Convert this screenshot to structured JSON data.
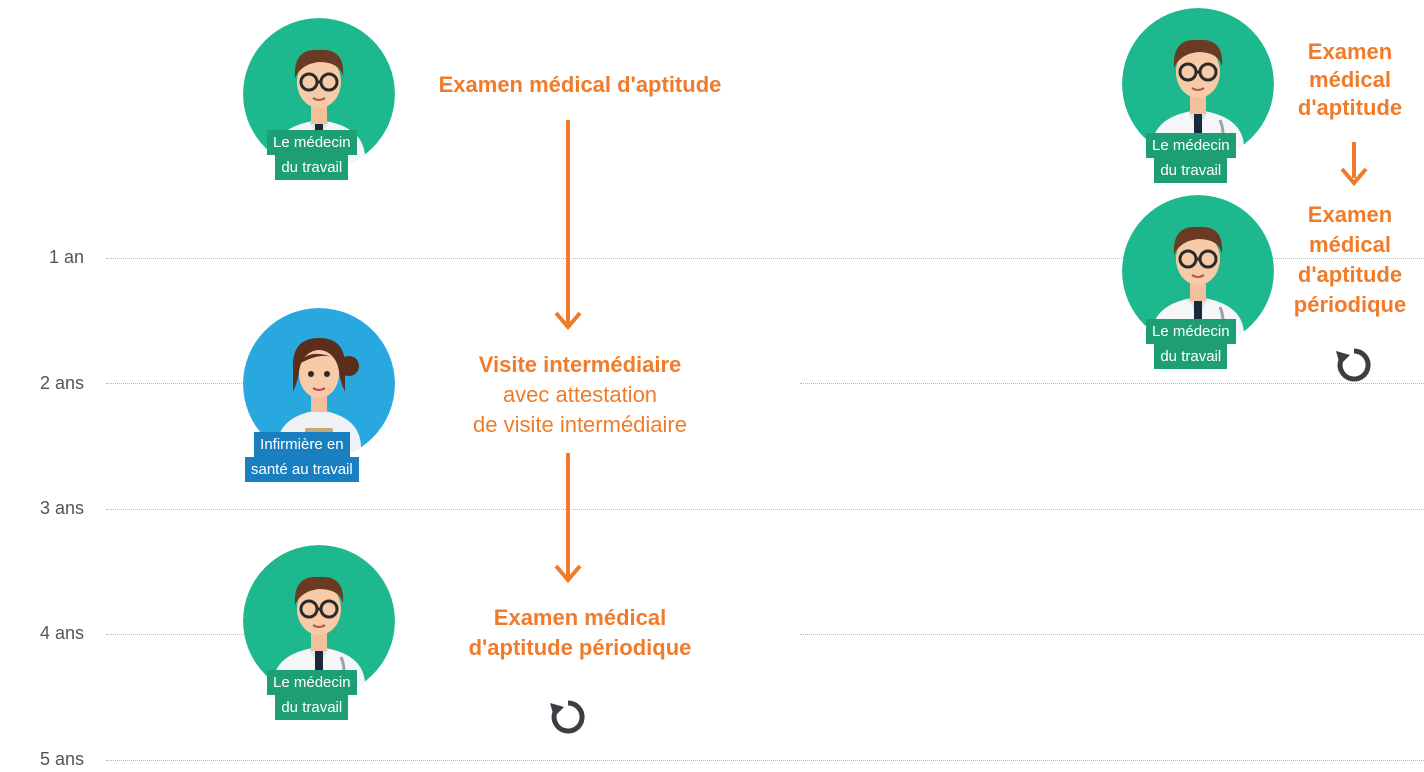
{
  "timeline": {
    "years": [
      "1 an",
      "2 ans",
      "3 ans",
      "4 ans",
      "5 ans"
    ]
  },
  "roles": {
    "doctor_line1": "Le médecin",
    "doctor_line2": "du travail",
    "nurse_line1": "Infirmière en",
    "nurse_line2": "santé au travail"
  },
  "left_column": {
    "step1": "Examen médical d'aptitude",
    "step2_bold": "Visite intermédiaire",
    "step2_line2": "avec attestation",
    "step2_line3": "de visite intermédiaire",
    "step3_line1": "Examen médical",
    "step3_line2": "d'aptitude périodique"
  },
  "right_column": {
    "step1_line1": "Examen",
    "step1_line2": "médical",
    "step1_line3": "d'aptitude",
    "step2_line1": "Examen",
    "step2_line2": "médical",
    "step2_line3": "d'aptitude",
    "step2_line4": "périodique"
  },
  "colors": {
    "accent_orange": "#f07b2a",
    "doctor_green": "#1eb88e",
    "doctor_badge": "#1e9e74",
    "nurse_blue": "#29a8e0",
    "nurse_badge": "#1a7fc0",
    "icon_dark": "#3a3f44"
  },
  "icons": [
    "doctor-avatar",
    "nurse-avatar",
    "arrow-down-icon",
    "refresh-icon"
  ]
}
